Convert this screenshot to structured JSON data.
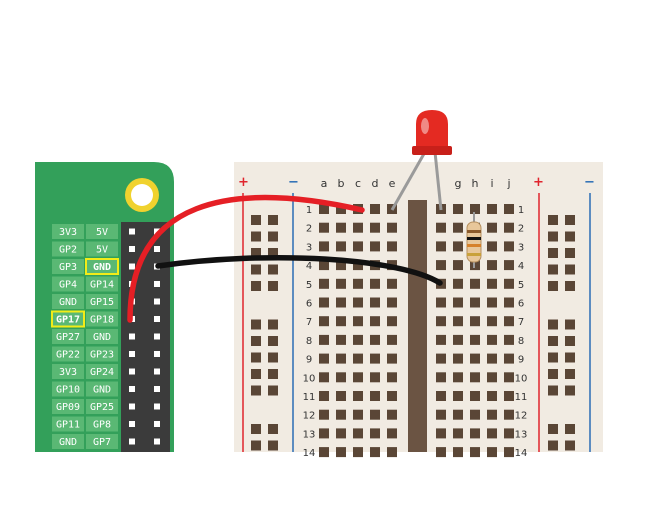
{
  "pi": {
    "left_pins": [
      "3V3",
      "GP2",
      "GP3",
      "GP4",
      "GND",
      "GP17",
      "GP27",
      "GP22",
      "3V3",
      "GP10",
      "GP09",
      "GP11",
      "GND"
    ],
    "right_pins": [
      "5V",
      "5V",
      "GND",
      "GP14",
      "GP15",
      "GP18",
      "GND",
      "GP23",
      "GP24",
      "GND",
      "GP25",
      "GP8",
      "GP7"
    ],
    "highlight": {
      "left_index": 5,
      "right_index": 2
    },
    "colors": {
      "board": "#33a05a",
      "pin_label_bg": "#5ab874",
      "highlight_border": "#f2ec18",
      "mount_hole": "#f0d22e",
      "header": "#3b3b3b"
    }
  },
  "breadboard": {
    "column_letters_left": [
      "a",
      "b",
      "c",
      "d",
      "e"
    ],
    "column_letters_right": [
      "g",
      "h",
      "i",
      "j"
    ],
    "row_numbers": [
      "1",
      "2",
      "3",
      "4",
      "5",
      "6",
      "7",
      "8",
      "9",
      "10",
      "11",
      "12",
      "13",
      "14"
    ],
    "rail_plus": "+",
    "rail_minus": "−",
    "colors": {
      "body": "#f1ebe2",
      "hole": "#5a4636",
      "channel": "#6b5443",
      "rail_red": "#e0242d",
      "rail_blue": "#2b6db5"
    }
  },
  "components": {
    "led": {
      "icon": "red-led-icon",
      "color": "#e42a22"
    },
    "resistor": {
      "icon": "resistor-icon"
    },
    "wires": [
      {
        "name": "red-wire",
        "color": "#e51f25",
        "from": "GP17",
        "to": "row 1"
      },
      {
        "name": "black-wire",
        "color": "#111111",
        "from": "GND",
        "to": "row 5"
      }
    ]
  }
}
